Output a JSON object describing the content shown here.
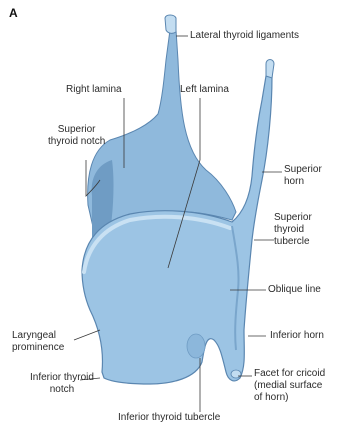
{
  "figure": {
    "panel_letter": "A",
    "colors": {
      "cartilage_fill": "#9cc4e4",
      "cartilage_shade": "#7aa6cc",
      "cartilage_light": "#c3ddf1",
      "outline": "#5a86b0",
      "leader_line": "#3a3a3a",
      "text": "#2b2b2b"
    },
    "labels": {
      "lateral_thyroid_ligaments": "Lateral thyroid ligaments",
      "right_lamina": "Right lamina",
      "left_lamina": "Left lamina",
      "superior_thyroid_notch": "Superior\nthyroid notch",
      "superior_horn": "Superior\nhorn",
      "superior_thyroid_tubercle": "Superior\nthyroid\ntubercle",
      "oblique_line": "Oblique line",
      "laryngeal_prominence": "Laryngeal\nprominence",
      "inferior_horn": "Inferior horn",
      "facet_for_cricoid": "Facet for cricoid\n(medial surface\nof horn)",
      "inferior_thyroid_notch": "Inferior thyroid\nnotch",
      "inferior_thyroid_tubercle": "Inferior thyroid tubercle"
    }
  }
}
